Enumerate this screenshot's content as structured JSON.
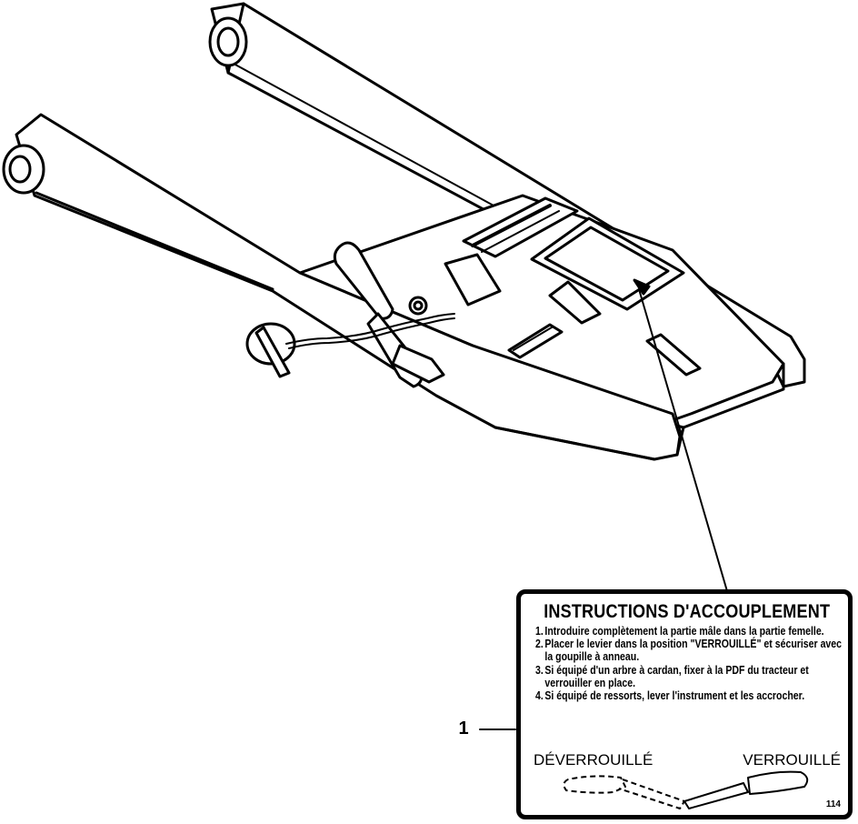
{
  "callout": {
    "number": "1"
  },
  "decal": {
    "title": "INSTRUCTIONS D'ACCOUPLEMENT",
    "steps": [
      {
        "num": "1.",
        "text": "Introduire complètement la partie mâle dans la partie femelle."
      },
      {
        "num": "2.",
        "text": "Placer le levier dans la position \"VERROUILLÉ\" et sécuriser avec la goupille à anneau."
      },
      {
        "num": "3.",
        "text": "Si équipé d'un arbre à cardan, fixer à la PDF du tracteur et verrouiller en place."
      },
      {
        "num": "4.",
        "text": "Si équipé de ressorts, lever l'instrument et les accrocher."
      }
    ],
    "unlocked_label": "DÉVERROUILLÉ",
    "locked_label": "VERROUILLÉ",
    "code": "114"
  }
}
